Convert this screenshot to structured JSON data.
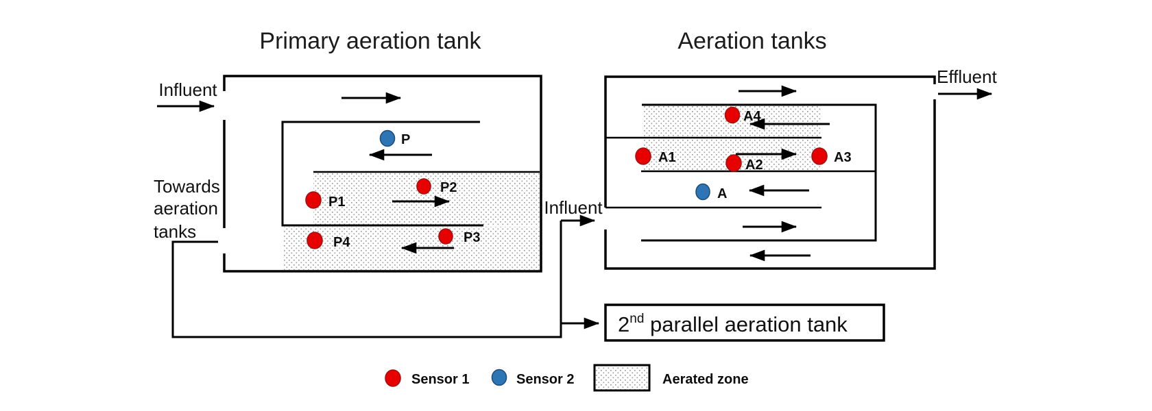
{
  "titles": {
    "primary_tank": "Primary aeration tank",
    "aeration_tanks": "Aeration tanks"
  },
  "flow_labels": {
    "influent_primary": "Influent",
    "influent_aeration": "Influent",
    "effluent": "Effluent",
    "towards_line1": "Towards",
    "towards_line2": "aeration",
    "towards_line3": "tanks"
  },
  "primary_tank_sensors": {
    "p": "P",
    "p1": "P1",
    "p2": "P2",
    "p3": "P3",
    "p4": "P4"
  },
  "aeration_tank_sensors": {
    "a": "A",
    "a1": "A1",
    "a2": "A2",
    "a3": "A3",
    "a4": "A4"
  },
  "parallel_tank_box": {
    "prefix": "2",
    "superscript": "nd",
    "rest": " parallel aeration tank"
  },
  "legend": {
    "sensor1_label": "Sensor 1",
    "sensor2_label": "Sensor 2",
    "aerated_zone_label": "Aerated zone"
  },
  "colors": {
    "sensor1_fill": "#e60000",
    "sensor1_stroke": "#a31212",
    "sensor2_fill": "#2e75b6",
    "sensor2_stroke": "#1f4e79",
    "line": "#000000",
    "aerated_dot": "#9e9e9e"
  }
}
